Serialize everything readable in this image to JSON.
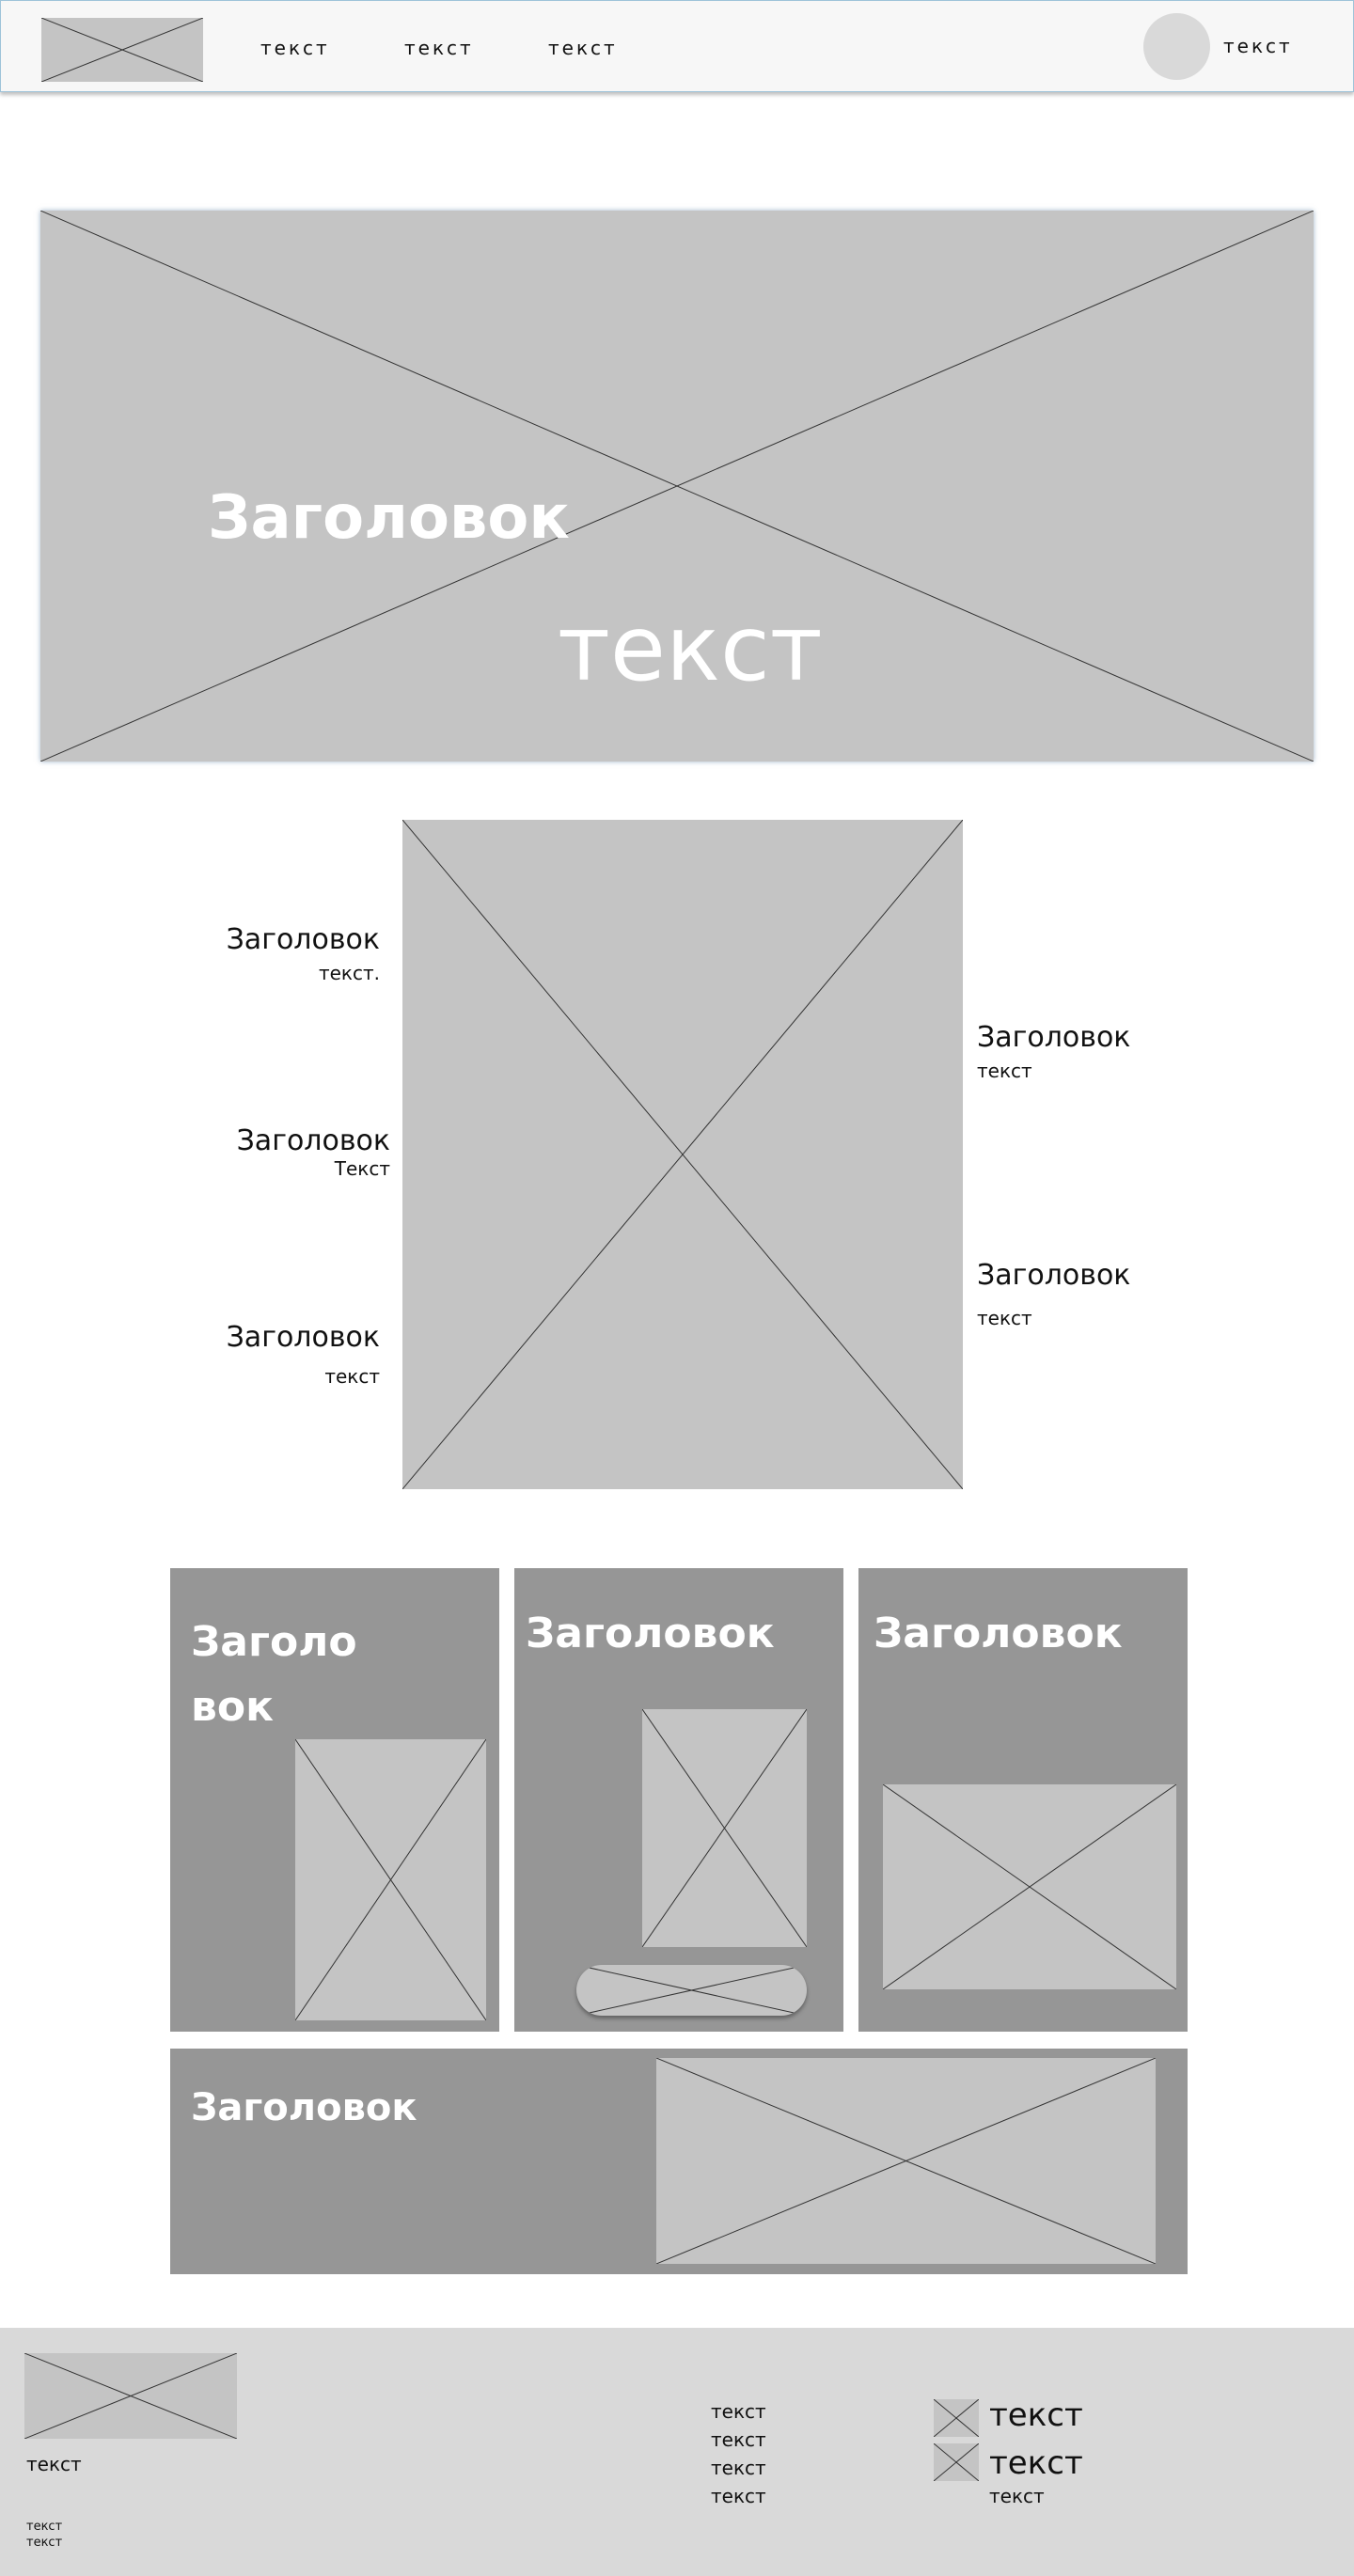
{
  "colors": {
    "header_bg": "#f7f7f7",
    "placeholder": "#c4c4c4",
    "card_bg": "#969696",
    "footer_bg": "#d9d9d9",
    "avatar": "#d9d9d9"
  },
  "header": {
    "logo": "image-placeholder-icon",
    "nav": [
      "текст",
      "текст",
      "текст"
    ],
    "user_label": "текст"
  },
  "hero": {
    "title": "Заголовок",
    "text": "текст"
  },
  "features": {
    "left": [
      {
        "title": "Заголовок",
        "text": "текст."
      },
      {
        "title": "Заголовок",
        "text": "Текст"
      },
      {
        "title": "Заголовок",
        "text": "текст"
      }
    ],
    "right": [
      {
        "title": "Заголовок",
        "text": "текст"
      },
      {
        "title": "Заголовок",
        "text": "текст"
      }
    ]
  },
  "cards": {
    "card1_title": "Заголо вок",
    "card2_title": "Заголовок",
    "card3_title": "Заголовок",
    "wide_title": "Заголовок"
  },
  "footer": {
    "caption": "текст",
    "small": [
      "текст",
      "текст"
    ],
    "links": [
      "текст",
      "текст",
      "текст",
      "текст"
    ],
    "contacts": [
      {
        "icon": "image-placeholder-icon",
        "text": "текст"
      },
      {
        "icon": "image-placeholder-icon",
        "text": "текст"
      }
    ],
    "contact_extra": "текст"
  }
}
